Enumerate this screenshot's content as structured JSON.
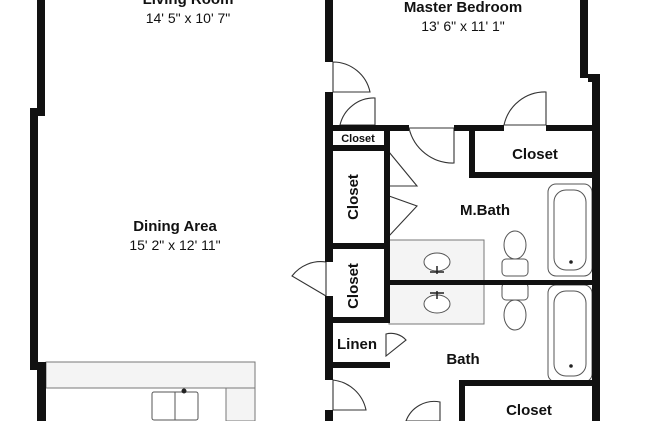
{
  "rooms": {
    "living_room": {
      "name": "Living Room",
      "dims": "14' 5\" x 10' 7\""
    },
    "master_bedroom": {
      "name": "Master Bedroom",
      "dims": "13' 6\" x 11' 1\""
    },
    "dining_area": {
      "name": "Dining Area",
      "dims": "15' 2\" x 12' 11\""
    },
    "master_bath": {
      "name": "M.Bath"
    },
    "bath": {
      "name": "Bath"
    }
  },
  "closets": {
    "small_top": "Closet",
    "master_right": "Closet",
    "vertical_upper": "Closet",
    "vertical_lower": "Closet",
    "linen": "Linen",
    "bath_right": "Closet"
  }
}
